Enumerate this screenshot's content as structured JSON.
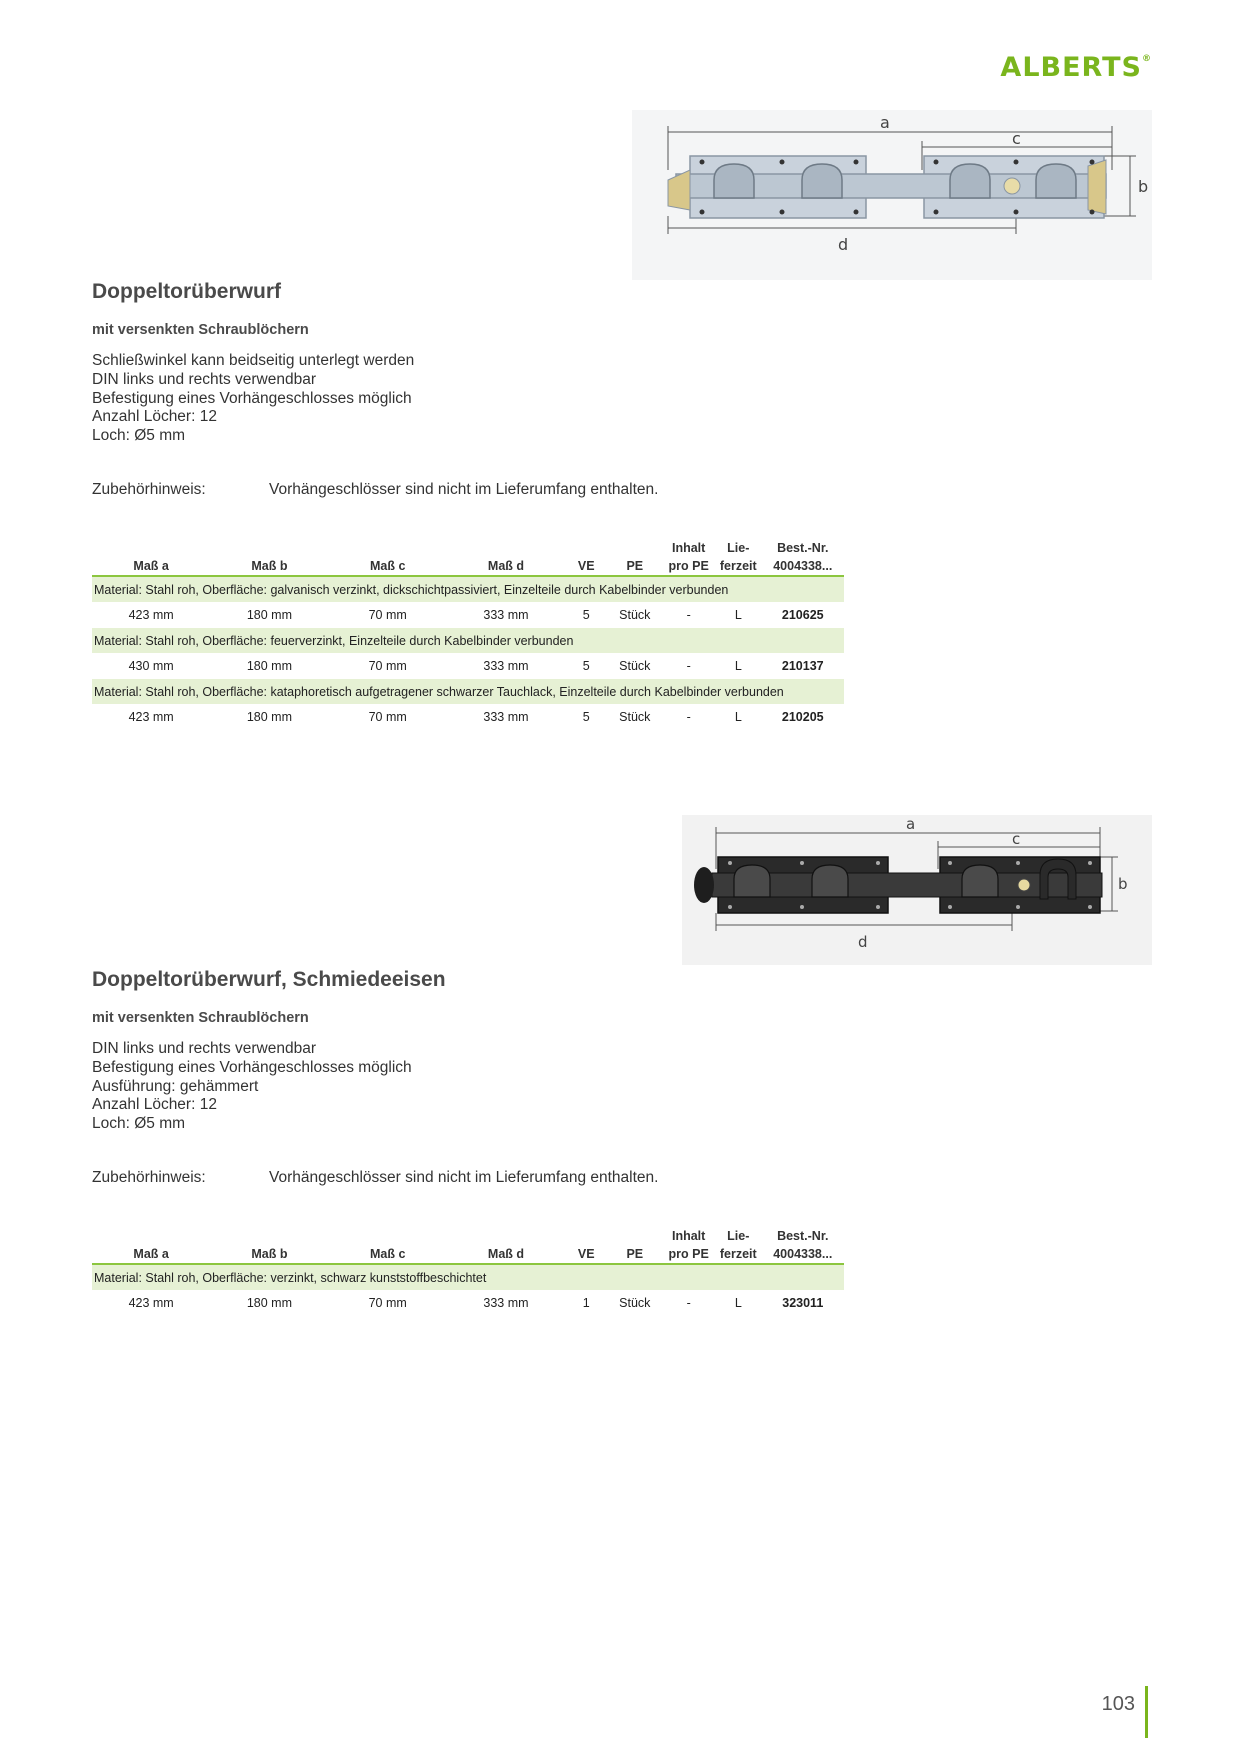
{
  "brand": {
    "name": "ALBERTS",
    "reg": "®"
  },
  "page_number": "103",
  "drawing_labels": {
    "a": "a",
    "b": "b",
    "c": "c",
    "d": "d"
  },
  "table_headers": {
    "a": "Maß a",
    "b": "Maß b",
    "c": "Maß c",
    "d": "Maß d",
    "ve": "VE",
    "pe": "PE",
    "inhalt1": "Inhalt",
    "inhalt2": "pro PE",
    "lie1": "Lie-",
    "lie2": "ferzeit",
    "best1": "Best.-Nr.",
    "best2": "4004338..."
  },
  "products": [
    {
      "title": "Doppeltorüberwurf",
      "subtitle": "mit versenkten Schraublöchern",
      "features": [
        "Schließwinkel kann beidseitig unterlegt werden",
        "DIN links und rechts verwendbar",
        "Befestigung eines Vorhängeschlosses möglich",
        "Anzahl Löcher: 12",
        "Loch: Ø5 mm"
      ],
      "note_label": "Zubehörhinweis:",
      "note_text": "Vorhängeschlösser sind nicht im Lieferumfang enthalten.",
      "groups": [
        {
          "material": "Material: Stahl roh, Oberfläche: galvanisch verzinkt, dickschichtpassiviert, Einzelteile durch Kabelbinder verbunden",
          "row": {
            "a": "423 mm",
            "b": "180 mm",
            "c": "70 mm",
            "d": "333 mm",
            "ve": "5",
            "pe": "Stück",
            "inhalt": "-",
            "lie": "L",
            "nr": "210625"
          }
        },
        {
          "material": "Material: Stahl roh, Oberfläche: feuerverzinkt, Einzelteile durch Kabelbinder verbunden",
          "row": {
            "a": "430 mm",
            "b": "180 mm",
            "c": "70 mm",
            "d": "333 mm",
            "ve": "5",
            "pe": "Stück",
            "inhalt": "-",
            "lie": "L",
            "nr": "210137"
          }
        },
        {
          "material": "Material: Stahl roh, Oberfläche: kataphoretisch aufgetragener schwarzer Tauchlack, Einzelteile durch Kabelbinder verbunden",
          "row": {
            "a": "423 mm",
            "b": "180 mm",
            "c": "70 mm",
            "d": "333 mm",
            "ve": "5",
            "pe": "Stück",
            "inhalt": "-",
            "lie": "L",
            "nr": "210205"
          }
        }
      ]
    },
    {
      "title": "Doppeltorüberwurf, Schmiedeeisen",
      "subtitle": "mit versenkten Schraublöchern",
      "features": [
        "DIN links und rechts verwendbar",
        "Befestigung eines Vorhängeschlosses möglich",
        "Ausführung: gehämmert",
        "Anzahl Löcher: 12",
        "Loch: Ø5 mm"
      ],
      "note_label": "Zubehörhinweis:",
      "note_text": "Vorhängeschlösser sind nicht im Lieferumfang enthalten.",
      "groups": [
        {
          "material": "Material: Stahl roh, Oberfläche: verzinkt, schwarz kunststoffbeschichtet",
          "row": {
            "a": "423 mm",
            "b": "180 mm",
            "c": "70 mm",
            "d": "333 mm",
            "ve": "1",
            "pe": "Stück",
            "inhalt": "-",
            "lie": "L",
            "nr": "323011"
          }
        }
      ]
    }
  ]
}
